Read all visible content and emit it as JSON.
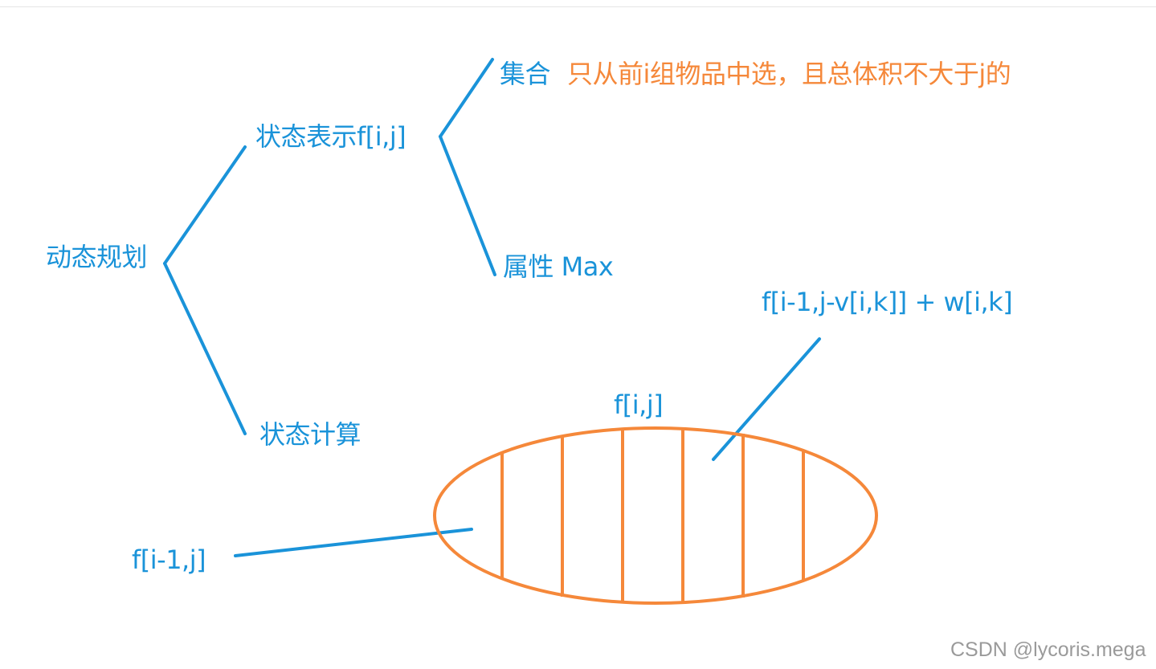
{
  "labels": {
    "root": "动态规划",
    "state_repr": "状态表示f[i,j]",
    "set_label": "集合",
    "set_desc": "只从前i组物品中选，且总体积不大于j的",
    "attribute": "属性 Max",
    "state_calc": "状态计算",
    "fij": "f[i,j]",
    "fi1j": "f[i-1,j]",
    "transition": "f[i-1,j-v[i,k]] + w[i,k]"
  },
  "watermark": "CSDN @lycoris.mega",
  "colors": {
    "blue": "#1a93d9",
    "orange": "#f5883a",
    "watermark": "#9a9a9a"
  }
}
